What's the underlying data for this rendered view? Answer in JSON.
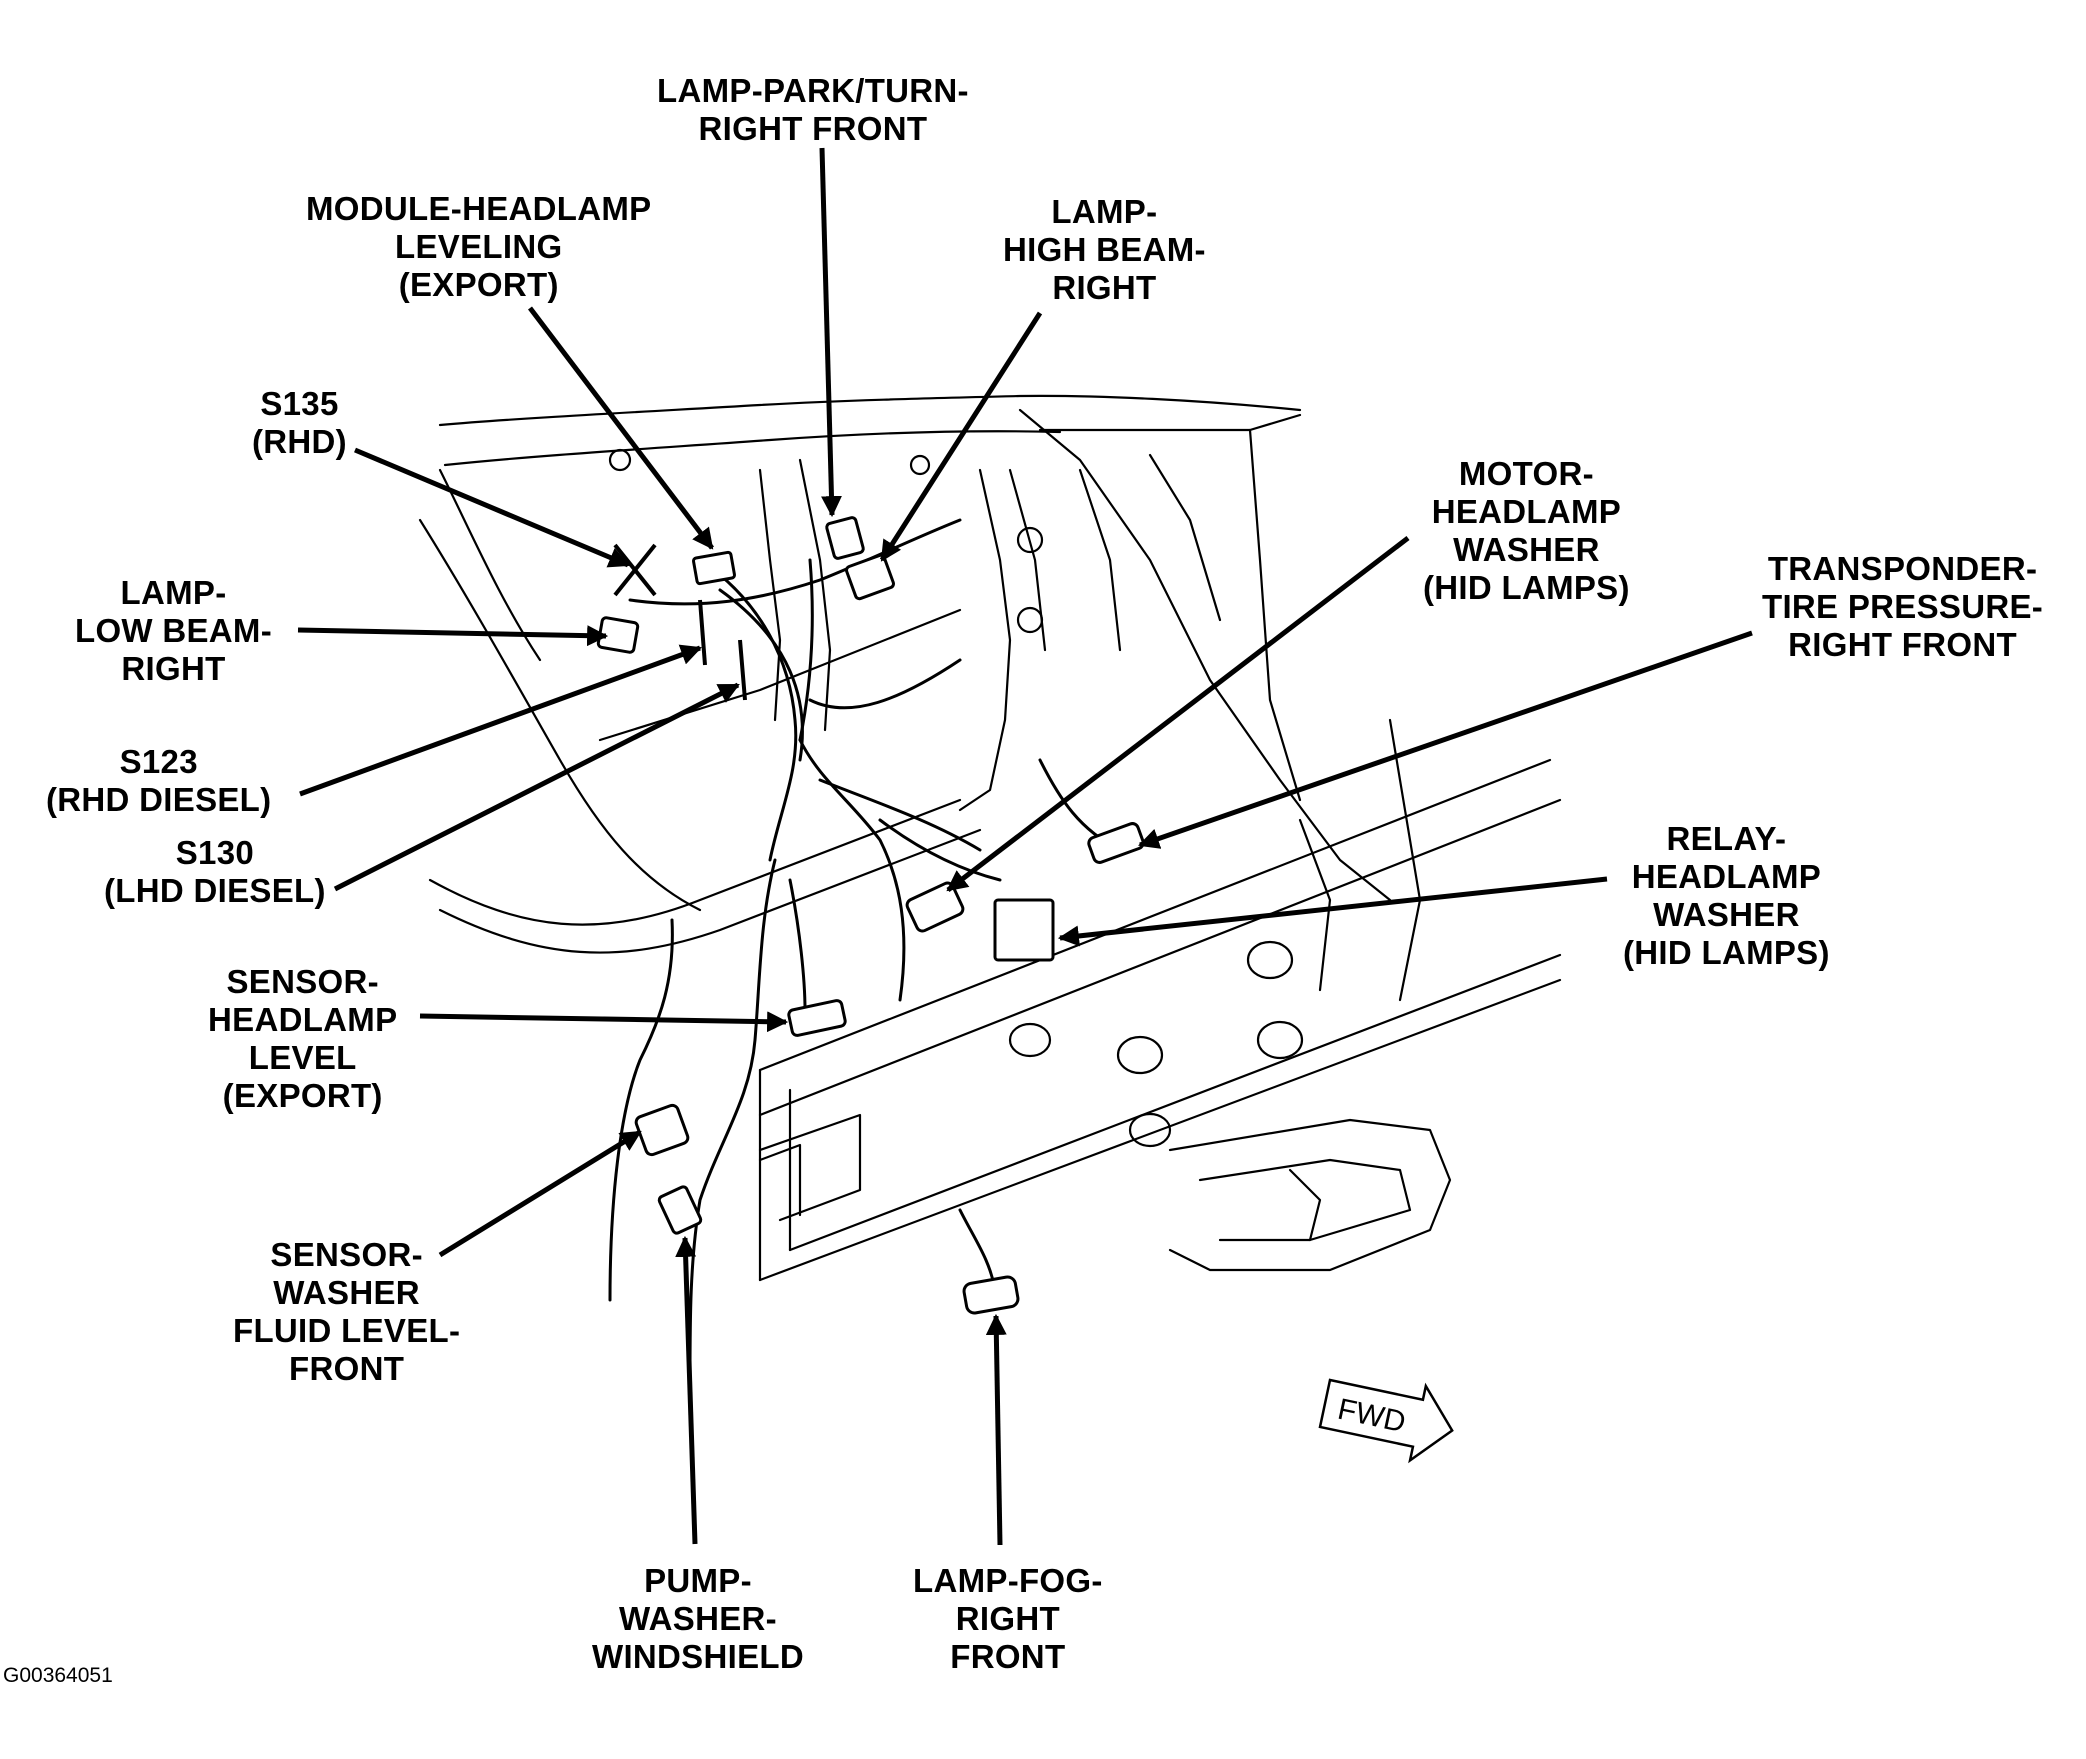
{
  "labels": {
    "lamp_park_turn": [
      "LAMP-PARK/TURN-",
      "RIGHT FRONT"
    ],
    "module_headlamp_leveling": [
      "MODULE-HEADLAMP",
      "LEVELING",
      "(EXPORT)"
    ],
    "lamp_high_beam": [
      "LAMP-",
      "HIGH BEAM-",
      "RIGHT"
    ],
    "s135": [
      "S135",
      "(RHD)"
    ],
    "lamp_low_beam": [
      "LAMP-",
      "LOW BEAM-",
      "RIGHT"
    ],
    "s123": [
      "S123",
      "(RHD DIESEL)"
    ],
    "s130": [
      "S130",
      "(LHD DIESEL)"
    ],
    "motor_headlamp_washer": [
      "MOTOR-",
      "HEADLAMP",
      "WASHER",
      "(HID LAMPS)"
    ],
    "transponder": [
      "TRANSPONDER-",
      "TIRE PRESSURE-",
      "RIGHT FRONT"
    ],
    "relay_headlamp_washer": [
      "RELAY-",
      "HEADLAMP",
      "WASHER",
      "(HID LAMPS)"
    ],
    "sensor_headlamp_level": [
      "SENSOR-",
      "HEADLAMP",
      "LEVEL",
      "(EXPORT)"
    ],
    "sensor_washer_fluid": [
      "SENSOR-",
      "WASHER",
      "FLUID LEVEL-",
      "FRONT"
    ],
    "pump_washer": [
      "PUMP-",
      "WASHER-",
      "WINDSHIELD"
    ],
    "lamp_fog": [
      "LAMP-FOG-",
      "RIGHT",
      "FRONT"
    ]
  },
  "fwd_marker": "FWD",
  "figure_id": "G00364051",
  "colors": {
    "ink": "#000000",
    "background": "#ffffff",
    "fill": "#ffffff"
  }
}
